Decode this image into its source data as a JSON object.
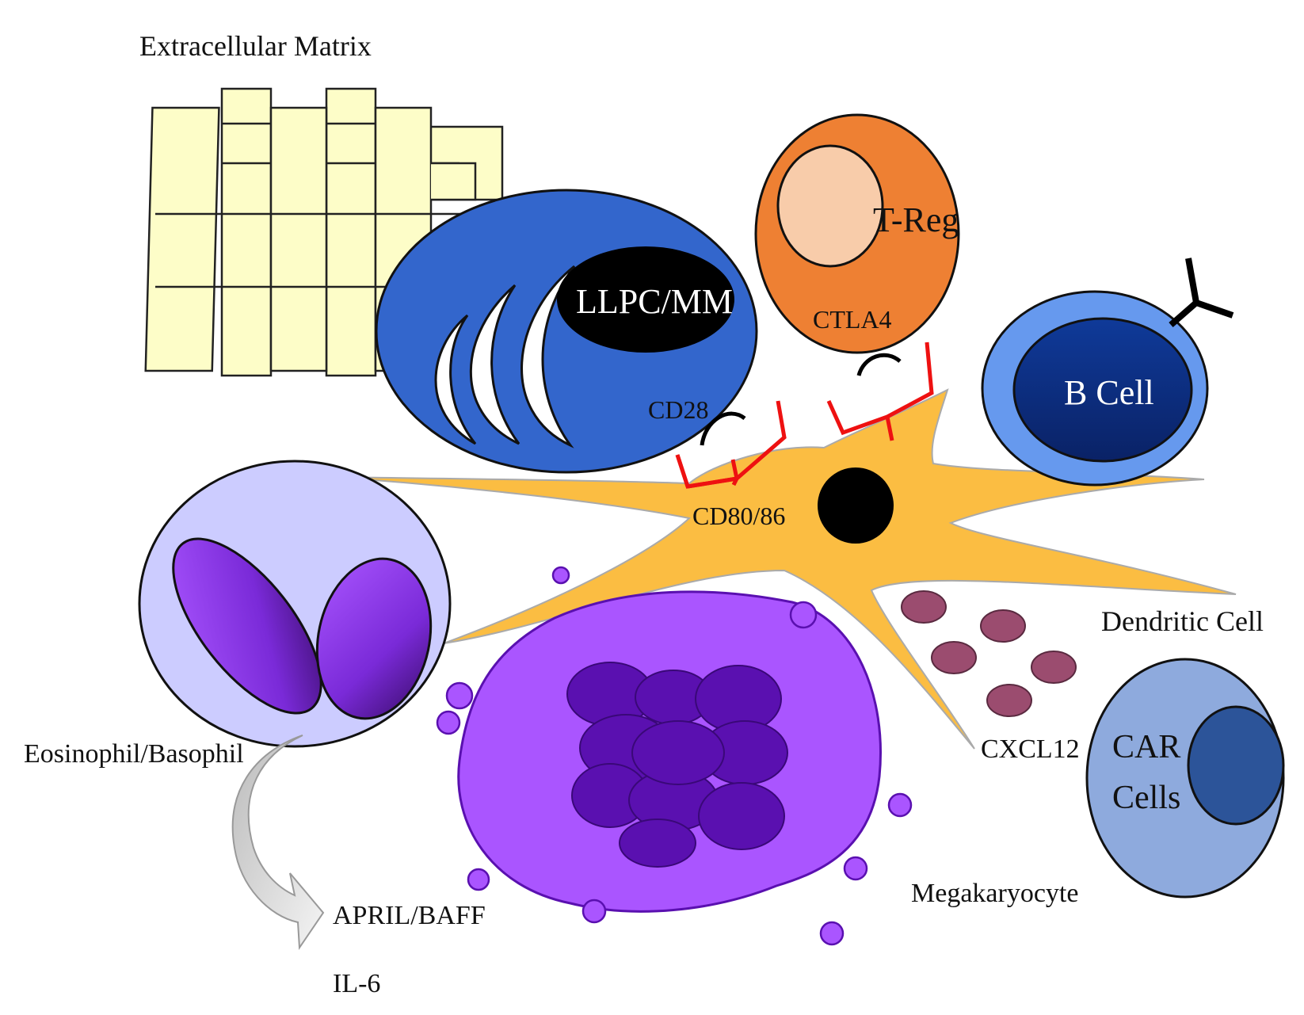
{
  "labels": {
    "extracellular_matrix": "Extracellular Matrix",
    "llpc_mm": "LLPC/MM",
    "t_reg": "T-Reg",
    "ctla4": "CTLA4",
    "cd28": "CD28",
    "b_cell": "B Cell",
    "cd80_86": "CD80/86",
    "dendritic_cell": "Dendritic Cell",
    "cxcl12": "CXCL12",
    "car_cells_line1": "CAR",
    "car_cells_line2": "Cells",
    "eosinophil_basophil": "Eosinophil/Basophil",
    "april_baff": "APRIL/BAFF",
    "il6": "IL-6",
    "megakaryocyte": "Megakaryocyte"
  },
  "colors": {
    "matrix_fill": "#fdfdc8",
    "llpc_fill": "#3366cc",
    "treg_fill": "#ee8033",
    "treg_nucleus": "#f8ccaa",
    "bcell_outer": "#6699ee",
    "bcell_inner": "#0b2f88",
    "dendritic_fill": "#fbbd42",
    "receptor_red": "#ee1111",
    "eosinophil_fill": "#ccccff",
    "eosinophil_lobe": "#8833ee",
    "megakaryocyte_fill": "#aa55ff",
    "megakaryocyte_nucleus": "#5a10b0",
    "cxcl12_fill": "#9b4c6f",
    "car_outer": "#8eaadd",
    "car_inner": "#2c5499"
  }
}
